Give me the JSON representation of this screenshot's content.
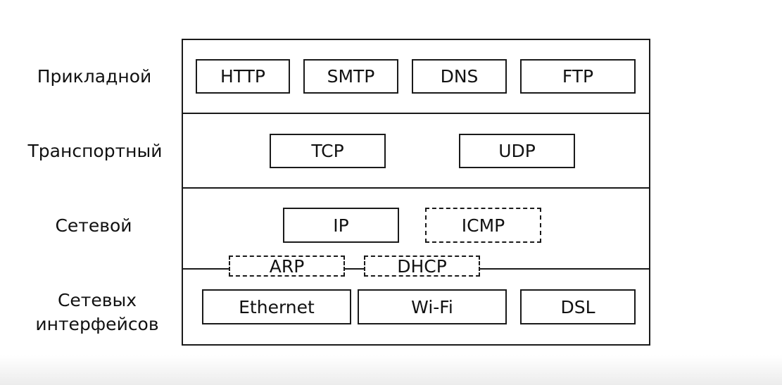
{
  "layers": [
    {
      "name": "Прикладной",
      "protocols": [
        "HTTP",
        "SMTP",
        "DNS",
        "FTP"
      ]
    },
    {
      "name": "Транспортный",
      "protocols": [
        "TCP",
        "UDP"
      ]
    },
    {
      "name": "Сетевой",
      "protocols": [
        "IP",
        "ICMP"
      ]
    },
    {
      "name": "Сетевых интерфейсов",
      "protocols": [
        "Ethernet",
        "Wi-Fi",
        "DSL"
      ]
    }
  ],
  "boundary_protocols": [
    "ARP",
    "DHCP"
  ]
}
